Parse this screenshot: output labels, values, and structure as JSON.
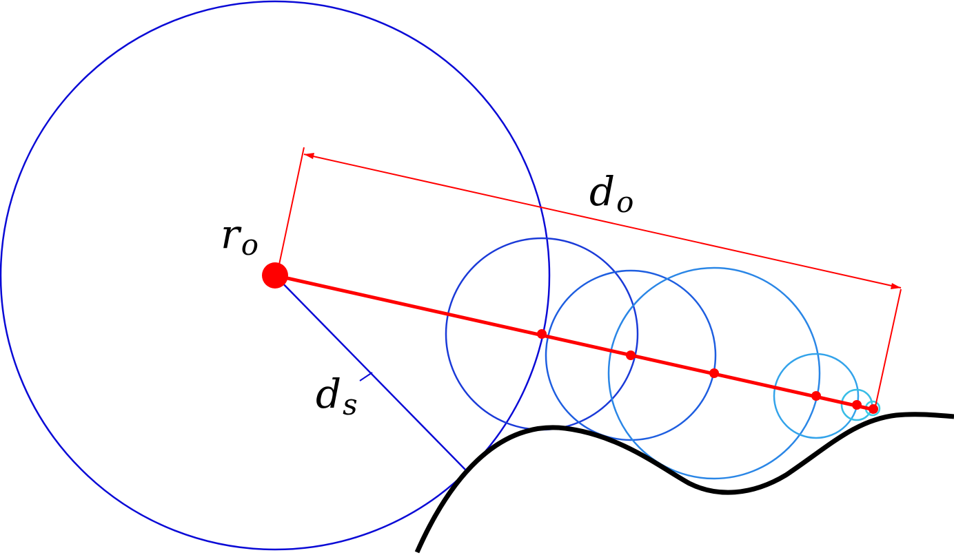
{
  "labels": {
    "origin": {
      "main": "r",
      "sub": "o"
    },
    "distance_o": {
      "main": "d",
      "sub": "o"
    },
    "distance_s": {
      "main": "d",
      "sub": "s"
    }
  },
  "colors": {
    "ray": "#ff0000",
    "surface": "#000000",
    "main_sphere": "#0a0ad6",
    "sphere_gradient": [
      "#1a3ad8",
      "#1e5ee0",
      "#2a86e6",
      "#33a3ea",
      "#38bde6",
      "#3ccde4"
    ],
    "background": "#ffffff"
  }
}
